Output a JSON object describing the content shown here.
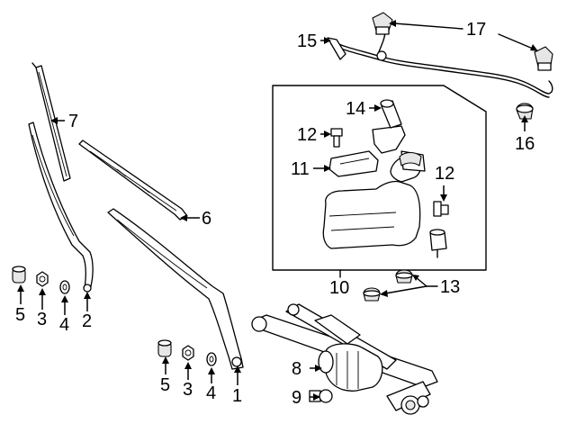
{
  "callouts": {
    "c1": "1",
    "c2": "2",
    "c3a": "3",
    "c3b": "3",
    "c4a": "4",
    "c4b": "4",
    "c5a": "5",
    "c5b": "5",
    "c6": "6",
    "c7": "7",
    "c8": "8",
    "c9": "9",
    "c10": "10",
    "c11": "11",
    "c12a": "12",
    "c12b": "12",
    "c13": "13",
    "c14": "14",
    "c15": "15",
    "c16": "16",
    "c17": "17"
  }
}
